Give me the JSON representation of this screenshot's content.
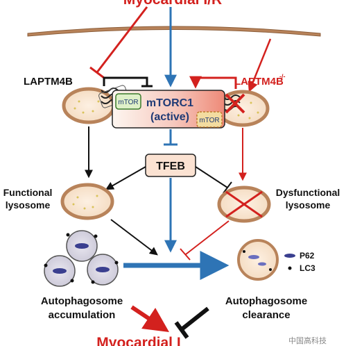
{
  "title": "Myocardial I/R",
  "bottom_title": "Myocardial I",
  "left_label": "LAPTM4B",
  "right_label_main": "LAPTM4B",
  "right_label_sup": "-/-",
  "mtorc1_line1": "mTORC1",
  "mtorc1_line2": "(active)",
  "mtor_tag": "mTOR",
  "tfeb": "TFEB",
  "functional_line1": "Functional",
  "functional_line2": "lysosome",
  "dysfunctional_line1": "Dysfunctional",
  "dysfunctional_line2": "lysosome",
  "accum_line1": "Autophagosome",
  "accum_line2": "accumulation",
  "clear_line1": "Autophagosome",
  "clear_line2": "clearance",
  "legend": {
    "p62": "P62",
    "lc3": "LC3"
  },
  "watermark": "中国高科技",
  "colors": {
    "red": "#d3211e",
    "blue": "#2e74b5",
    "black": "#111111",
    "membrane": "#b8835a",
    "tfeb_fill": "#fbe2d2"
  }
}
